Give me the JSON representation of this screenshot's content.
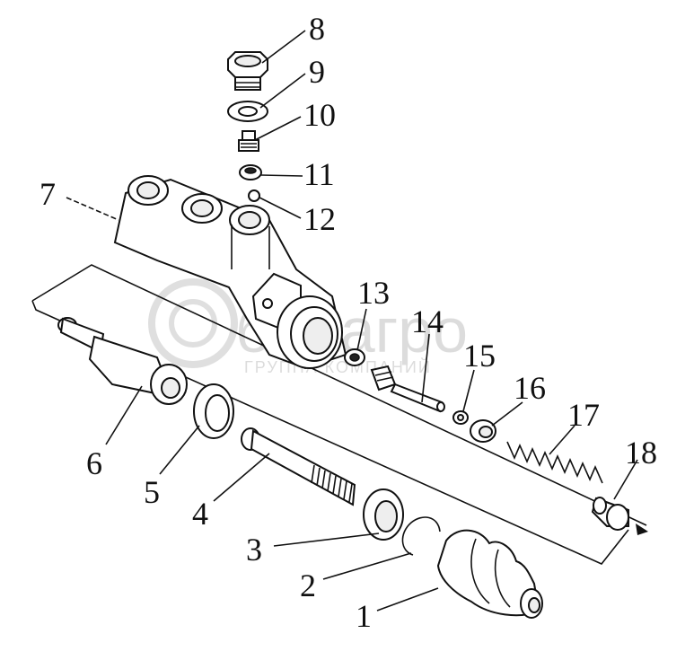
{
  "watermark": {
    "brand": "белагро",
    "subtitle": "ГРУППА КОМПАНИЙ"
  },
  "callouts": [
    {
      "id": "1",
      "text": "1"
    },
    {
      "id": "2",
      "text": "2"
    },
    {
      "id": "3",
      "text": "3"
    },
    {
      "id": "4",
      "text": "4"
    },
    {
      "id": "5",
      "text": "5"
    },
    {
      "id": "6",
      "text": "6"
    },
    {
      "id": "7",
      "text": "7"
    },
    {
      "id": "8",
      "text": "8"
    },
    {
      "id": "9",
      "text": "9"
    },
    {
      "id": "10",
      "text": "10"
    },
    {
      "id": "11",
      "text": "11"
    },
    {
      "id": "12",
      "text": "12"
    },
    {
      "id": "13",
      "text": "13"
    },
    {
      "id": "14",
      "text": "14"
    },
    {
      "id": "15",
      "text": "15"
    },
    {
      "id": "16",
      "text": "16"
    },
    {
      "id": "17",
      "text": "17"
    },
    {
      "id": "18",
      "text": "18"
    }
  ]
}
